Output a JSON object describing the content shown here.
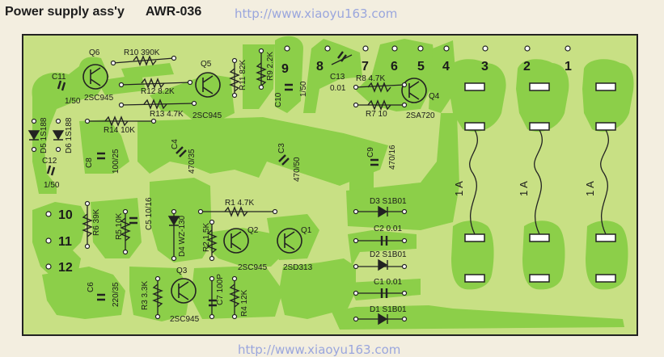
{
  "header": {
    "title": "Power supply ass'y",
    "model": "AWR-036"
  },
  "watermark": {
    "top": "http://www.xiaoyu163.com",
    "bottom": "http://www.xiaoyu163.com"
  },
  "colors": {
    "board": "#c8e084",
    "trace": "#8ccf49",
    "background": "#f3eee0",
    "ink": "#1b1b1b",
    "hole": "#ffffff"
  },
  "pads": {
    "top_row": [
      "9",
      "8",
      "7",
      "6",
      "5",
      "4",
      "3",
      "2",
      "1"
    ],
    "left": [
      "10",
      "11",
      "12"
    ]
  },
  "fuses": [
    "1 A",
    "1 A",
    "1 A"
  ],
  "components": {
    "q6": "Q6",
    "q6_type": "2SC945",
    "r10": "R10 390K",
    "r12": "R12 8.2K",
    "q5": "Q5",
    "q5_type": "2SC945",
    "r11": "R11 82K",
    "r9": "R9 2.2K",
    "r13": "R13 4.7K",
    "r14": "R14 10K",
    "c11": "C11",
    "c11_v": "1/50",
    "d5": "D5 1S188",
    "d6": "D6 1S188",
    "c12": "C12",
    "c12_v": "1/50",
    "c8": "C8",
    "c8_v": "100/25",
    "c4": "C4",
    "c4_v": "470/35",
    "c3": "C3",
    "c3_v": "470/50",
    "c10": "C10",
    "c10_v": "1/50",
    "c13": "C13",
    "c13_v": "0.01",
    "r8": "R8 4.7K",
    "r7": "R7 10",
    "q4": "Q4",
    "q4_type": "2SA720",
    "c9": "C9",
    "c9_v": "470/16",
    "r1": "R1 4.7K",
    "r6": "R6 39K",
    "r5": "R5 10K",
    "c5": "C5 10/16",
    "d4": "D4 WZ-130",
    "r2": "R2 1.5K",
    "q2": "Q2",
    "q2_type": "2SC945",
    "q1": "Q1",
    "q1_type": "2SD313",
    "d3": "D3 S1B01",
    "c2": "C2 0.01",
    "d2": "D2 S1B01",
    "c1": "C1 0.01",
    "d1": "D1 S1B01",
    "q3": "Q3",
    "q3_type": "2SC945",
    "r3": "R3 3.3K",
    "c6": "C6",
    "c6_v": "220/35",
    "c7": "C7 100P",
    "r4": "R4 12K"
  }
}
